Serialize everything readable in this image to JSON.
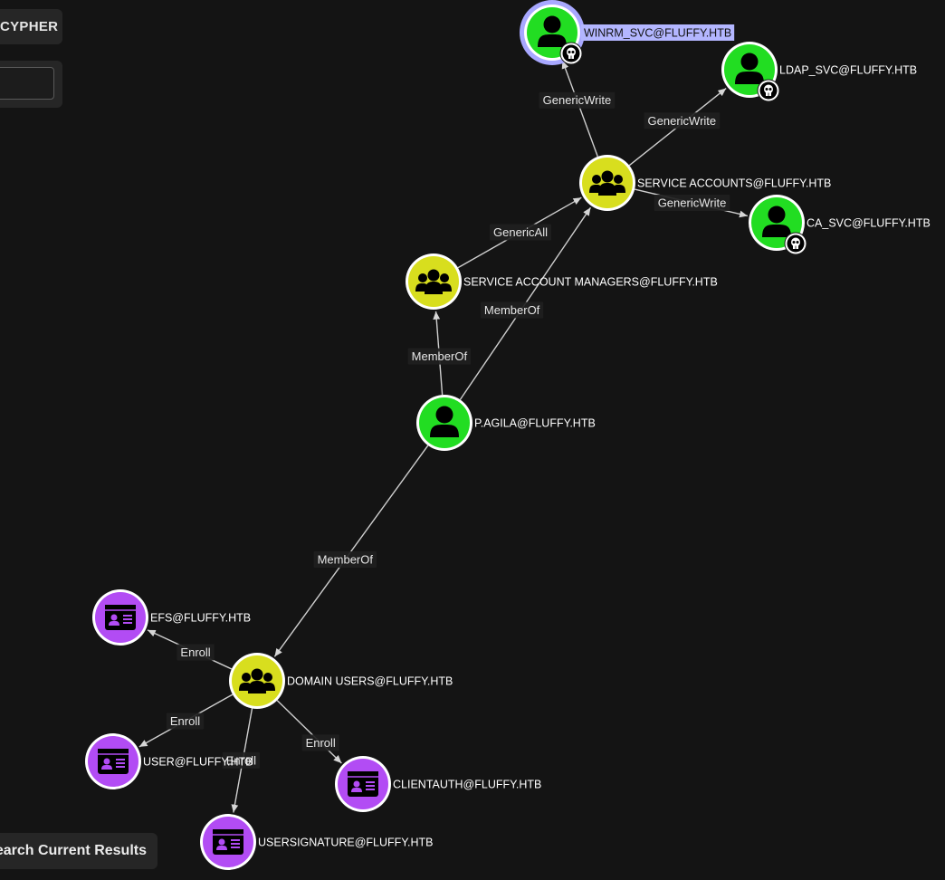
{
  "ui": {
    "cypher_tab_label": "CYPHER",
    "search_results_label": "Search Current Results",
    "query_input_value": ""
  },
  "colors": {
    "background": "#141414",
    "user_node": "#22dd22",
    "group_node": "#d8de1e",
    "template_node": "#b24cf4",
    "selected_ring": "#a8a8ff",
    "label_highlight": "#b3b6ff"
  },
  "graph": {
    "nodes": [
      {
        "id": "winrm",
        "label": "WINRM_SVC@FLUFFY.HTB",
        "type": "user",
        "icon": "user-icon",
        "owned": true,
        "selected": true
      },
      {
        "id": "ldap",
        "label": "LDAP_SVC@FLUFFY.HTB",
        "type": "user",
        "icon": "user-icon",
        "owned": true
      },
      {
        "id": "svcaccts",
        "label": "SERVICE ACCOUNTS@FLUFFY.HTB",
        "type": "group",
        "icon": "group-icon"
      },
      {
        "id": "ca",
        "label": "CA_SVC@FLUFFY.HTB",
        "type": "user",
        "icon": "user-icon",
        "owned": true
      },
      {
        "id": "svcmgrs",
        "label": "SERVICE ACCOUNT MANAGERS@FLUFFY.HTB",
        "type": "group",
        "icon": "group-icon"
      },
      {
        "id": "pagila",
        "label": "P.AGILA@FLUFFY.HTB",
        "type": "user",
        "icon": "user-icon"
      },
      {
        "id": "domusers",
        "label": "DOMAIN USERS@FLUFFY.HTB",
        "type": "group",
        "icon": "group-icon"
      },
      {
        "id": "efs",
        "label": "EFS@FLUFFY.HTB",
        "type": "template",
        "icon": "cert-template-icon"
      },
      {
        "id": "user",
        "label": "USER@FLUFFY.HTB",
        "type": "template",
        "icon": "cert-template-icon"
      },
      {
        "id": "clientauth",
        "label": "CLIENTAUTH@FLUFFY.HTB",
        "type": "template",
        "icon": "cert-template-icon"
      },
      {
        "id": "usersig",
        "label": "USERSIGNATURE@FLUFFY.HTB",
        "type": "template",
        "icon": "cert-template-icon"
      }
    ],
    "edges": [
      {
        "from": "svcaccts",
        "to": "winrm",
        "label": "GenericWrite"
      },
      {
        "from": "svcaccts",
        "to": "ldap",
        "label": "GenericWrite"
      },
      {
        "from": "svcaccts",
        "to": "ca",
        "label": "GenericWrite"
      },
      {
        "from": "svcmgrs",
        "to": "svcaccts",
        "label": "GenericAll"
      },
      {
        "from": "pagila",
        "to": "svcaccts",
        "label": "MemberOf"
      },
      {
        "from": "pagila",
        "to": "svcmgrs",
        "label": "MemberOf"
      },
      {
        "from": "pagila",
        "to": "domusers",
        "label": "MemberOf"
      },
      {
        "from": "domusers",
        "to": "efs",
        "label": "Enroll"
      },
      {
        "from": "domusers",
        "to": "user",
        "label": "Enroll"
      },
      {
        "from": "domusers",
        "to": "clientauth",
        "label": "Enroll"
      },
      {
        "from": "domusers",
        "to": "usersig",
        "label": "Enroll"
      }
    ]
  }
}
